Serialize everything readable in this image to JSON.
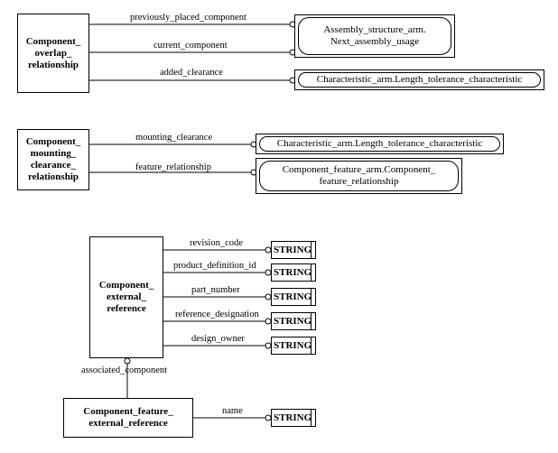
{
  "blocks": {
    "overlap": {
      "entity": "Component_\noverlap_\nrelationship",
      "attr1": "previously_placed_component",
      "attr2": "current_component",
      "attr3": "added_clearance",
      "ref1": "Assembly_structure_arm.\nNext_assembly_usage",
      "ref2": "Characteristic_arm.Length_tolerance_characteristic"
    },
    "mounting": {
      "entity": "Component_\nmounting_\nclearance_\nrelationship",
      "attr1": "mounting_clearance",
      "attr2": "feature_relationship",
      "ref1": "Characteristic_arm.Length_tolerance_characteristic",
      "ref2": "Component_feature_arm.Component_\nfeature_relationship"
    },
    "external": {
      "entity": "Component_\nexternal_\nreference",
      "attr1": "revision_code",
      "attr2": "product_definition_id",
      "attr3": "part_number",
      "attr4": "reference_designation",
      "attr5": "design_owner",
      "assoc": "associated_component",
      "type_label": "STRING"
    },
    "feature_ext": {
      "entity": "Component_feature_\nexternal_reference",
      "attr1": "name",
      "type_label": "STRING"
    }
  }
}
